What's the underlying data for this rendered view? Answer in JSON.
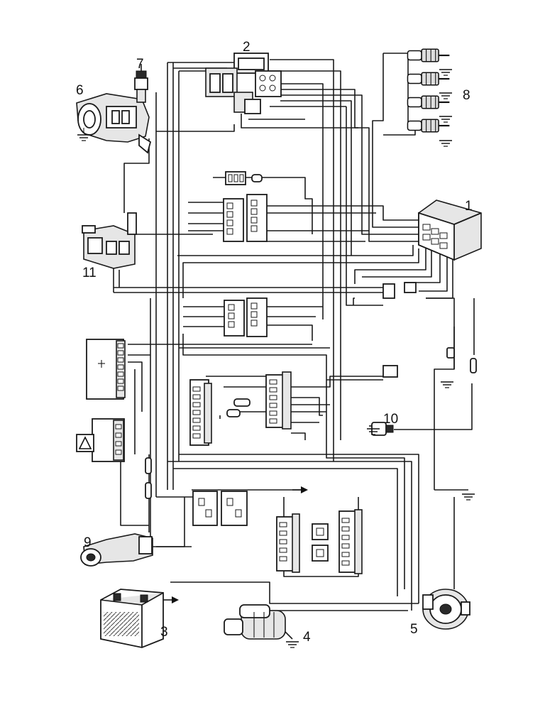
{
  "components": [
    {
      "id": "1",
      "label": "1"
    },
    {
      "id": "2",
      "label": "2"
    },
    {
      "id": "3",
      "label": "3"
    },
    {
      "id": "4",
      "label": "4"
    },
    {
      "id": "5",
      "label": "5"
    },
    {
      "id": "6",
      "label": "6"
    },
    {
      "id": "7",
      "label": "7"
    },
    {
      "id": "8",
      "label": "8"
    },
    {
      "id": "9",
      "label": "9"
    },
    {
      "id": "10",
      "label": "10"
    },
    {
      "id": "11",
      "label": "11"
    }
  ],
  "colors": {
    "ink": "#1a1a1a",
    "paper": "#ffffff"
  }
}
